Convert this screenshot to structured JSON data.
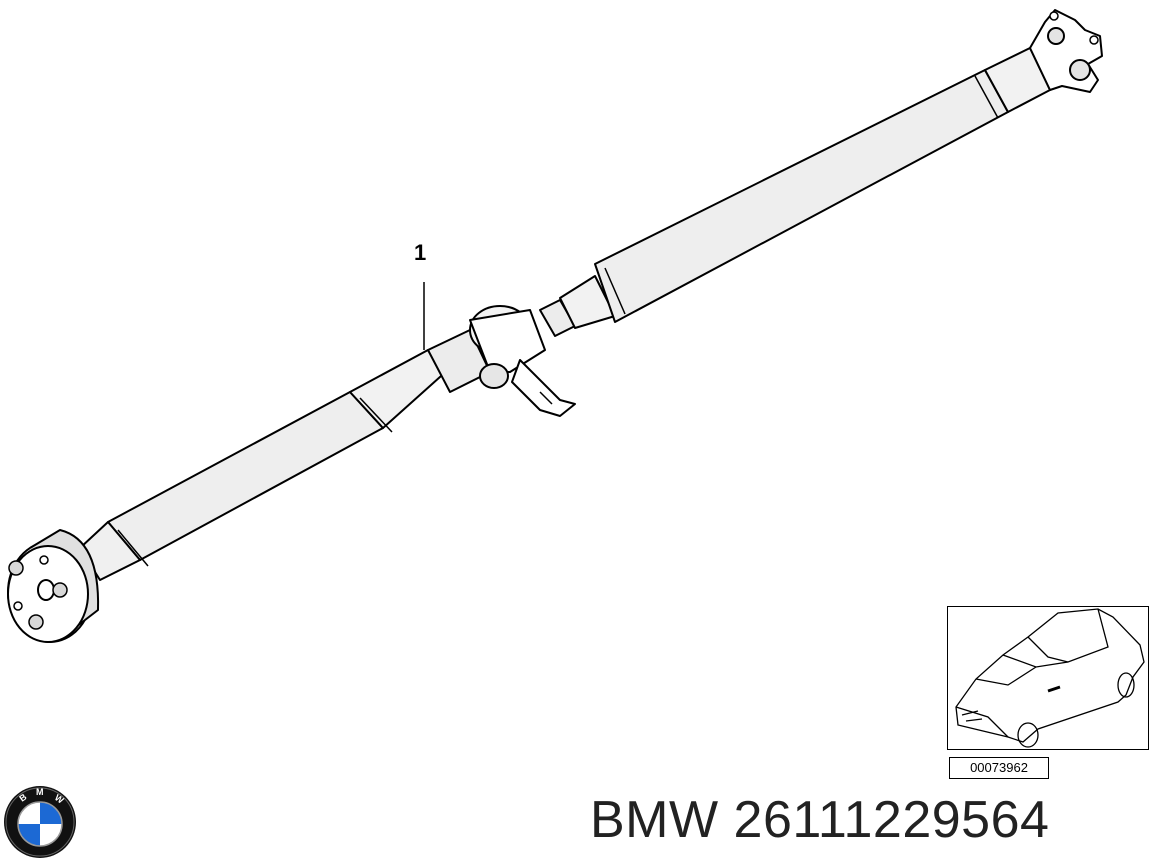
{
  "diagram": {
    "callouts": [
      {
        "label": "1"
      }
    ],
    "reference_code": "00073962",
    "part_title": "BMW 26111229564",
    "logo": {
      "lettering": "BMW",
      "colors": {
        "blue": "#1c69d4",
        "white": "#ffffff",
        "ring": "#111111"
      }
    }
  }
}
